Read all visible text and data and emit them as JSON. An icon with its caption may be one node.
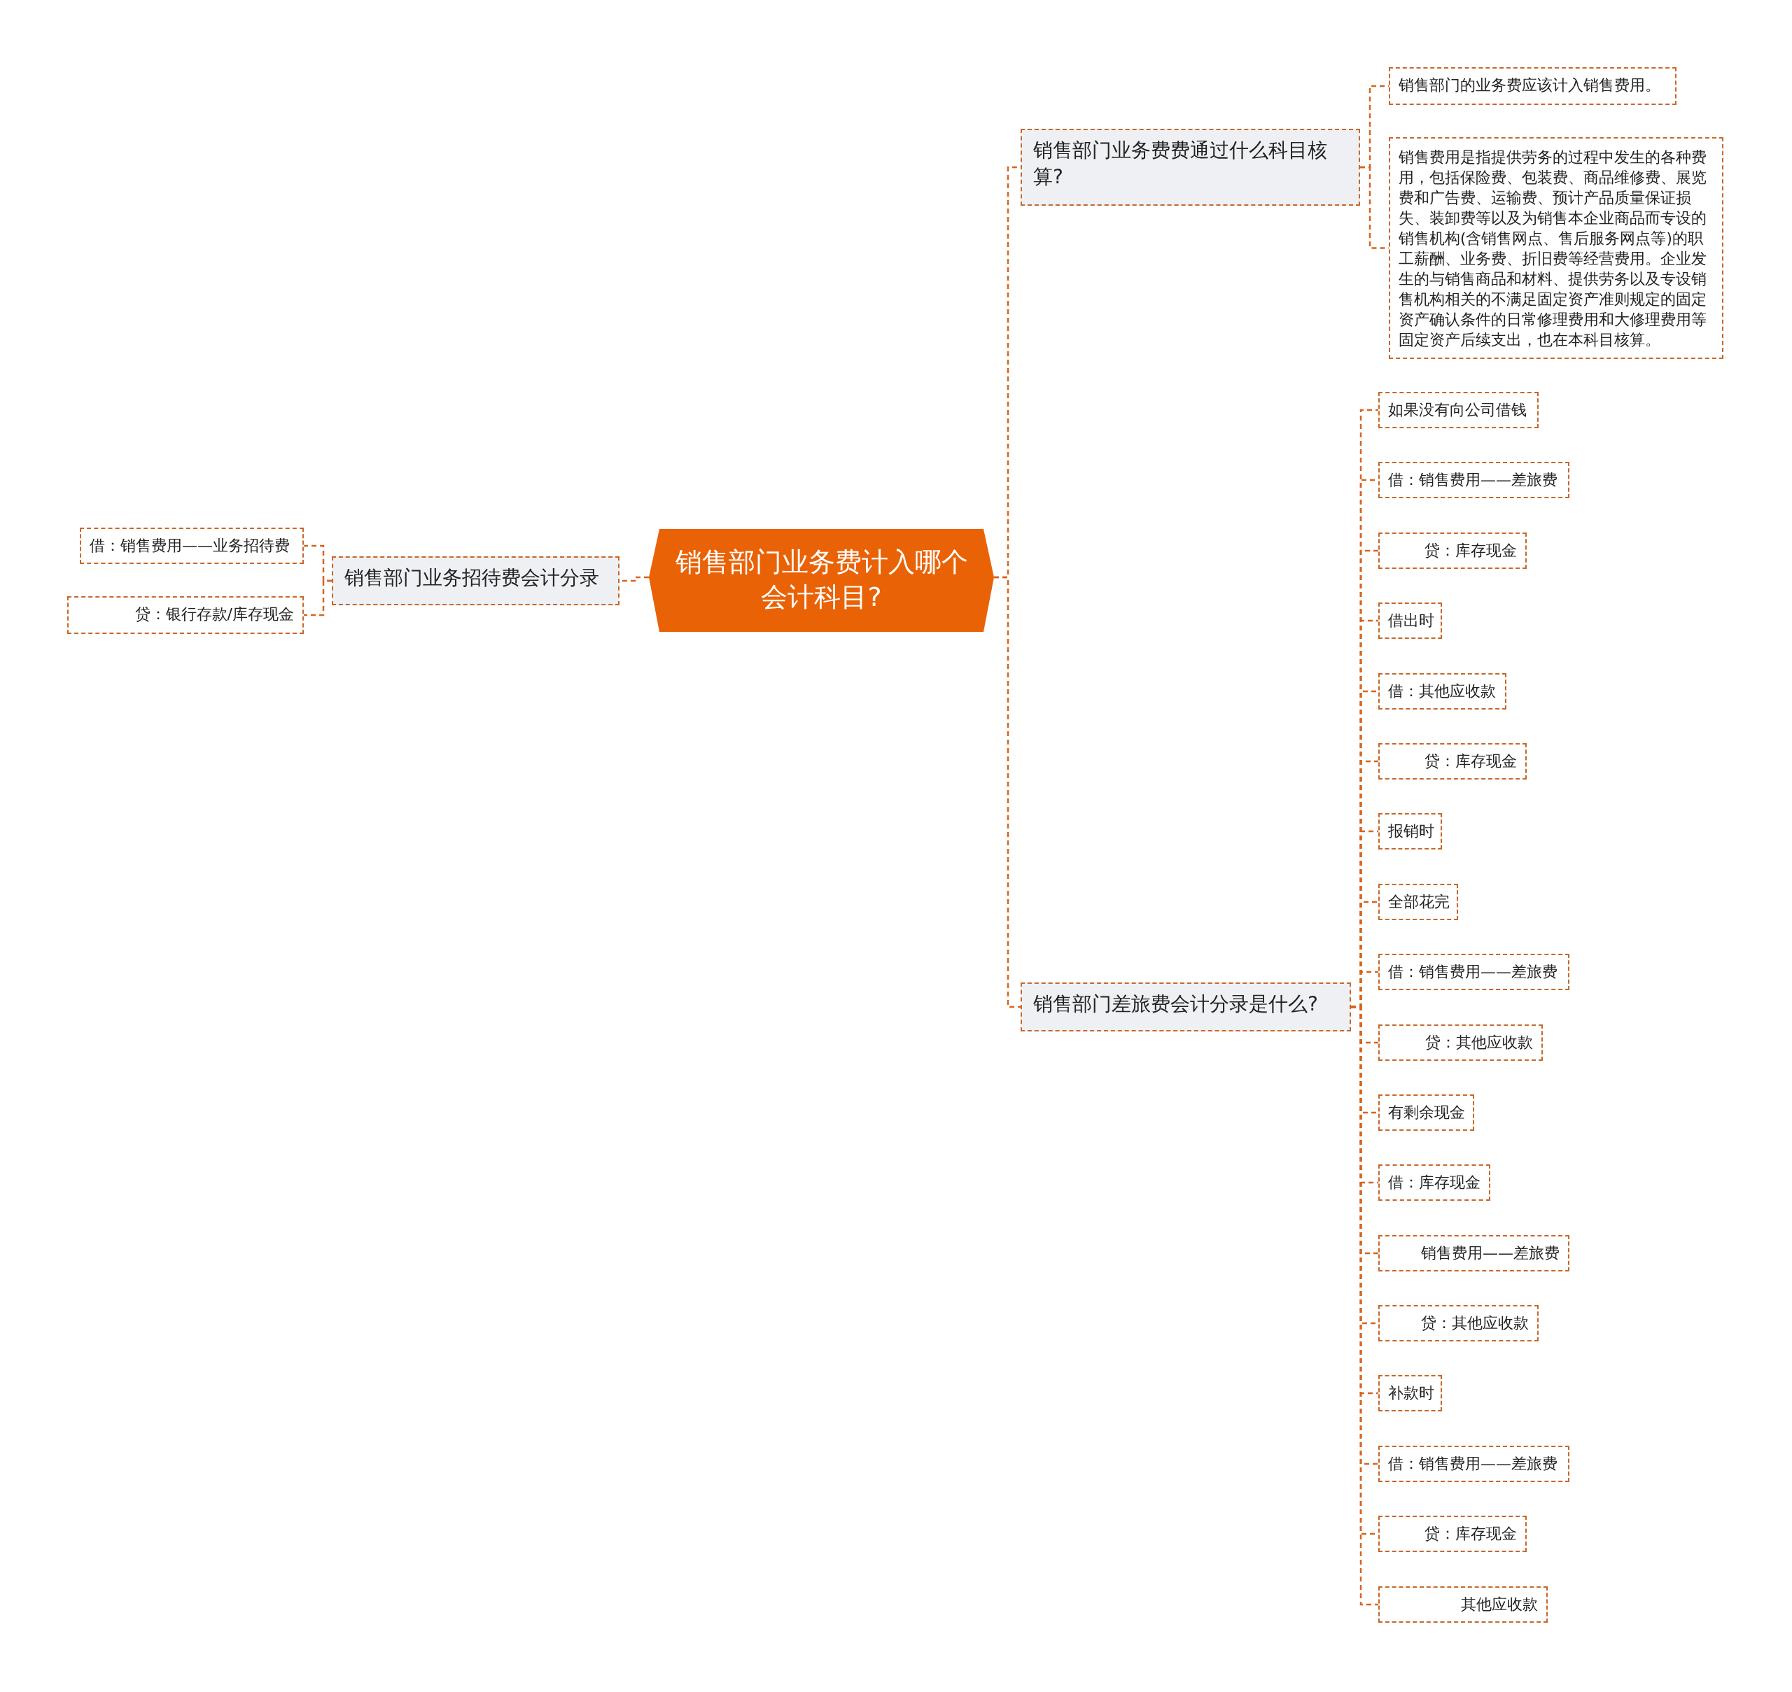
{
  "diagram": {
    "nodes": [
      {
        "text": [
          "销售部门业务费计入哪个会计科目?"
        ]
      },
      {
        "text": [
          "销售部门业务招待费会计分录"
        ]
      },
      {
        "text": [
          "借：销售费用——业务招待费"
        ]
      },
      {
        "text": [
          "贷：银行存款/库存现金"
        ]
      },
      {
        "text": [
          "销售部门业务费费通过什么科目核算?"
        ]
      },
      {
        "text": [
          "销售部门的业务费应该计入销售费用。"
        ]
      },
      {
        "text": [
          "销售费用是指提供劳务的过程中发生的各种费用，包括保险费、包装费、商品维修费、展览费和广告费、运输费、预计产品质量保证损失、装卸费等以及为销售本企业商品而专设的销售机构(含销售网点、售后服务网点等)的职工薪酬、业务费、折旧费等经营费用。企业发生的与销售商品和材料、提供劳务以及专设销售机构相关的不满足固定资产准则规定的固定资产确认条件的日常修理费用和大修理费用等固定资产后续支出，也在本科目核算。"
        ]
      },
      {
        "text": [
          "销售部门差旅费会计分录是什么?"
        ]
      },
      {
        "text": [
          "如果没有向公司借钱"
        ]
      },
      {
        "text": [
          "借：销售费用——差旅费"
        ]
      },
      {
        "text": [
          "贷：库存现金"
        ]
      },
      {
        "text": [
          "借出时"
        ]
      },
      {
        "text": [
          "借：其他应收款"
        ]
      },
      {
        "text": [
          "贷：库存现金"
        ]
      },
      {
        "text": [
          "报销时"
        ]
      },
      {
        "text": [
          "全部花完"
        ]
      },
      {
        "text": [
          "借：销售费用——差旅费"
        ]
      },
      {
        "text": [
          "贷：其他应收款"
        ]
      },
      {
        "text": [
          "有剩余现金"
        ]
      },
      {
        "text": [
          "借：库存现金"
        ]
      },
      {
        "text": [
          "销售费用——差旅费"
        ]
      },
      {
        "text": [
          "贷：其他应收款"
        ]
      },
      {
        "text": [
          "补款时"
        ]
      },
      {
        "text": [
          "借：销售费用——差旅费"
        ]
      },
      {
        "text": [
          "贷：库存现金"
        ]
      },
      {
        "text": [
          "其他应收款"
        ]
      }
    ],
    "edges": [
      {
        "from": 0,
        "to": 1,
        "arrow": "none"
      },
      {
        "from": 1,
        "to": 2,
        "arrow": "none"
      },
      {
        "from": 1,
        "to": 3,
        "arrow": "none"
      },
      {
        "from": 0,
        "to": 4,
        "arrow": "none"
      },
      {
        "from": 4,
        "to": 5,
        "arrow": "none"
      },
      {
        "from": 4,
        "to": 6,
        "arrow": "none"
      },
      {
        "from": 0,
        "to": 7,
        "arrow": "none"
      },
      {
        "from": 7,
        "to": 8,
        "arrow": "none"
      },
      {
        "from": 7,
        "to": 9,
        "arrow": "none"
      },
      {
        "from": 7,
        "to": 10,
        "arrow": "none"
      },
      {
        "from": 7,
        "to": 11,
        "arrow": "none"
      },
      {
        "from": 7,
        "to": 12,
        "arrow": "none"
      },
      {
        "from": 7,
        "to": 13,
        "arrow": "none"
      },
      {
        "from": 7,
        "to": 14,
        "arrow": "none"
      },
      {
        "from": 7,
        "to": 15,
        "arrow": "none"
      },
      {
        "from": 7,
        "to": 16,
        "arrow": "none"
      },
      {
        "from": 7,
        "to": 17,
        "arrow": "none"
      },
      {
        "from": 7,
        "to": 18,
        "arrow": "none"
      },
      {
        "from": 7,
        "to": 19,
        "arrow": "none"
      },
      {
        "from": 7,
        "to": 20,
        "arrow": "none"
      },
      {
        "from": 7,
        "to": 21,
        "arrow": "none"
      },
      {
        "from": 7,
        "to": 22,
        "arrow": "none"
      },
      {
        "from": 7,
        "to": 23,
        "arrow": "none"
      },
      {
        "from": 7,
        "to": 24,
        "arrow": "none"
      },
      {
        "from": 7,
        "to": 25,
        "arrow": "none"
      }
    ]
  }
}
